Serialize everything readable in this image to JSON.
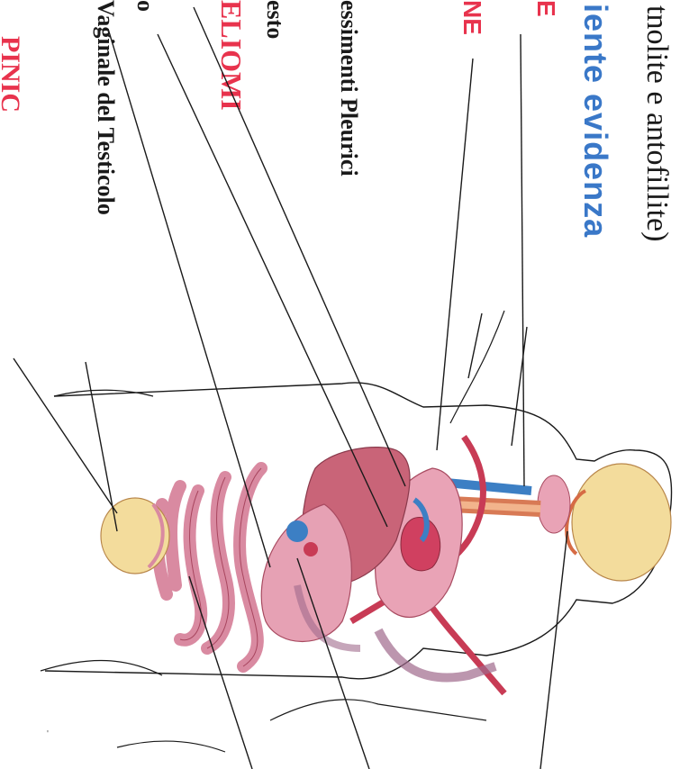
{
  "colors": {
    "ink": "#1a1a1a",
    "highlight_blue": "#3a78c8",
    "highlight_red": "#e8334d",
    "tissue_pink": "#e9a3b6",
    "organ_red": "#c83b55",
    "bone": "#f3dc9c",
    "vessel_blue": "#3c7fc4"
  },
  "labels": {
    "top_line": "tnolite e antofillite)",
    "evidence_line": "iente  evidenza",
    "red_e": "E",
    "red_ne": "NE",
    "pleural": "essimenti  Pleurici",
    "esto": "esto",
    "eliomi": "ELIOMI",
    "vaginale": "Vaginale del Testicolo",
    "small_p": "o",
    "bottom_red": "PINIC"
  },
  "icons": {
    "body": "human-torso-anatomy-icon"
  }
}
